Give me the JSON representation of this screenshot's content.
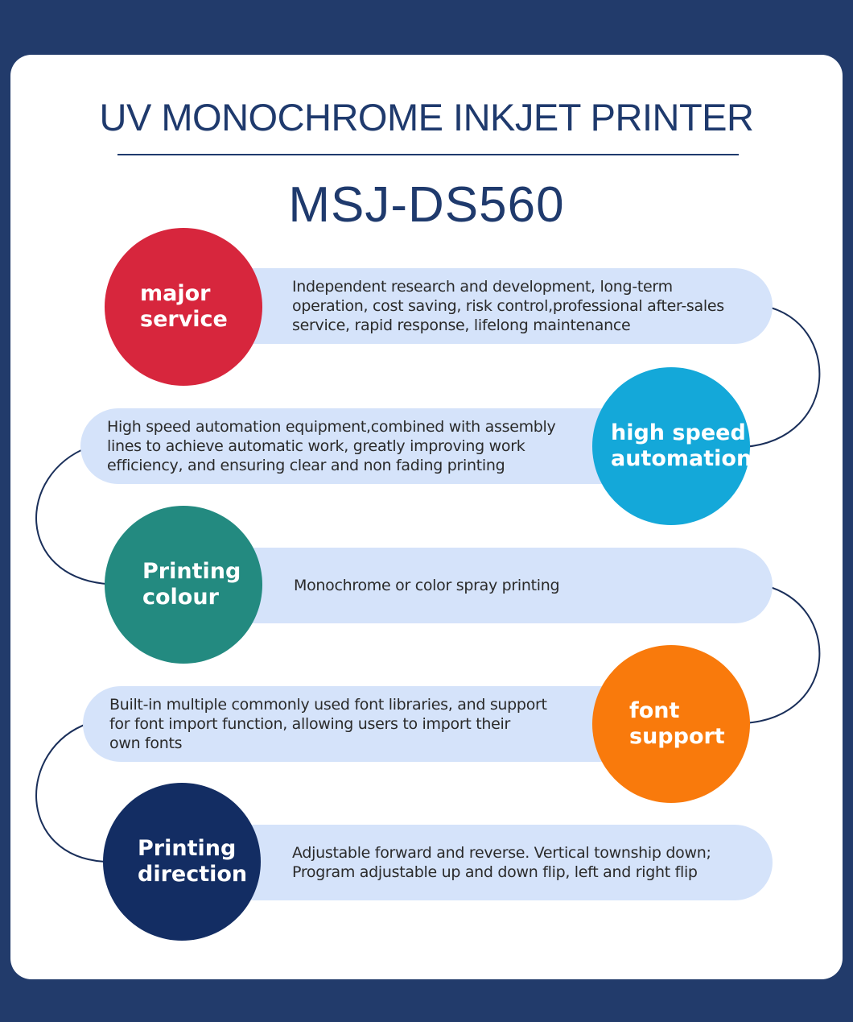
{
  "header": {
    "title": "UV MONOCHROME INKJET PRINTER",
    "model": "MSJ-DS560"
  },
  "features": [
    {
      "label": "major\nservice",
      "color": "#d7263d",
      "text": "Independent research and development, long-term\noperation, cost saving, risk control,professional after-sales\nservice, rapid response, lifelong maintenance"
    },
    {
      "label": "high speed\nautomation",
      "color": "#14a8d9",
      "text": "High speed automation equipment,combined with assembly\nlines to achieve automatic work, greatly improving work\nefficiency, and ensuring clear and non fading printing"
    },
    {
      "label": "Printing\ncolour",
      "color": "#238a80",
      "text": "Monochrome or color spray printing"
    },
    {
      "label": "font\nsupport",
      "color": "#f97a0c",
      "text": "Built-in multiple commonly used font libraries, and support\nfor font import function, allowing users to import their\nown fonts"
    },
    {
      "label": "Printing\ndirection",
      "color": "#132d63",
      "text": "Adjustable forward and reverse. Vertical township down;\nProgram adjustable up and down flip, left and right flip"
    }
  ],
  "colors": {
    "background": "#223b6b",
    "card": "#ffffff",
    "pill": "#d5e3fa",
    "heading": "#1f3a6d",
    "connector": "#1a2f5a"
  }
}
